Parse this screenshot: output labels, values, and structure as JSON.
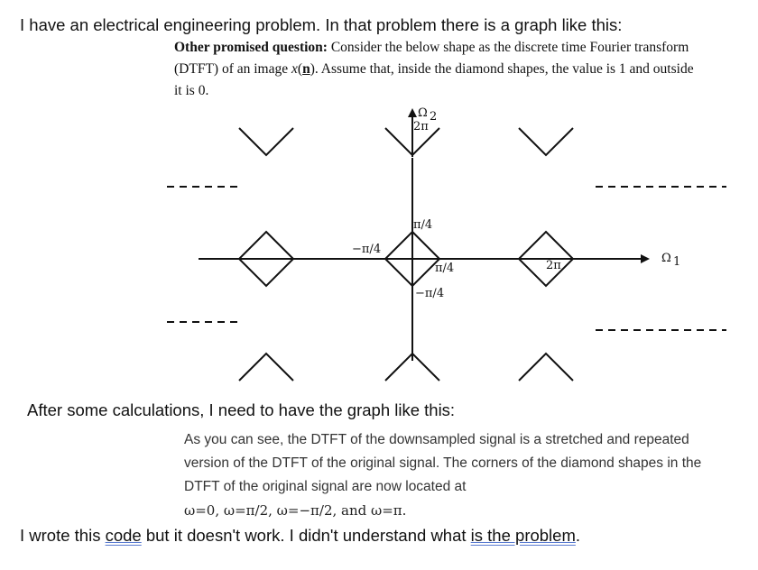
{
  "intro_text": "I have an electrical engineering problem. In that problem there is a graph like this:",
  "quote": {
    "bold_prefix": "Other promised question:",
    "text_part1": " Consider the below shape as the discrete time Fourier transform (DTFT) of an image ",
    "math_x": "x",
    "math_open": "(",
    "math_n": "n",
    "math_close": ")",
    "text_part2": ". Assume that, inside the diamond shapes, the value is 1 and outside it is 0."
  },
  "figure_labels": {
    "y_axis": "Ω",
    "y_axis_sub": "2",
    "y_two_pi": "2π",
    "top_pi4": "π/4",
    "left_neg_pi4": "−π/4",
    "right_pi4": "π/4",
    "bottom_neg_pi4": "−π/4",
    "x_two_pi": "2π",
    "x_axis": "Ω",
    "x_axis_sub": "1"
  },
  "after_text": "After some calculations, I need to have the graph like this:",
  "explanation": {
    "line1": "As you can see, the DTFT of the downsampled signal is a stretched and repeated version of the DTFT of the original signal. The corners of the diamond shapes in the DTFT of the original signal are now located at",
    "line_math": "ω=0, ω=π/2, ω=−π/2, and ω=π."
  },
  "final": {
    "prefix": "I wrote this ",
    "link1": "code",
    "middle": " but it doesn't work. I didn't understand what ",
    "link2": "is the problem",
    "suffix": "."
  }
}
